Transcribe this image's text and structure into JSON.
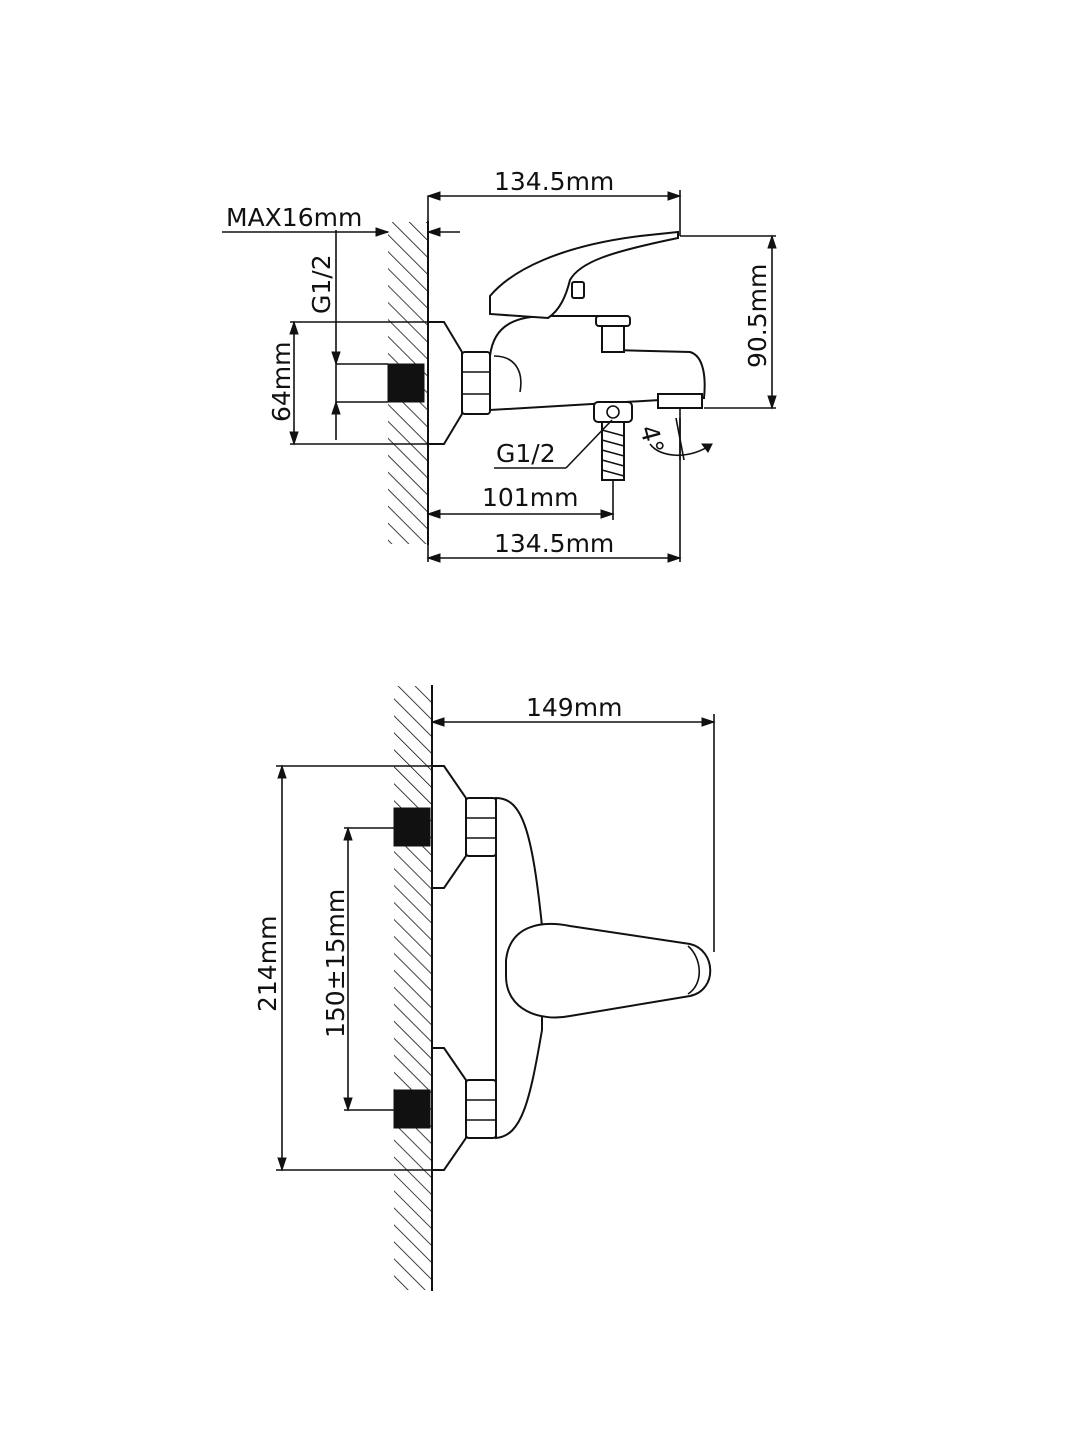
{
  "colors": {
    "ink": "#111111",
    "background": "#ffffff"
  },
  "top_view": {
    "overall_width": "134.5mm",
    "max_wall": "MAX16mm",
    "inlet_thread": "G1/2",
    "flange_height": "64mm",
    "height": "90.5mm",
    "outlet_thread": "G1/2",
    "outlet_offset": "101mm",
    "bottom_width": "134.5mm",
    "spout_angle": "4°"
  },
  "bottom_view": {
    "depth": "149mm",
    "overall_height": "214mm",
    "center_distance": "150±15mm"
  }
}
